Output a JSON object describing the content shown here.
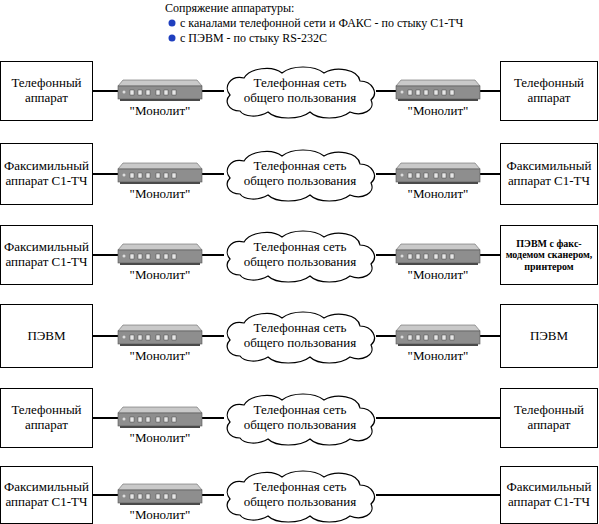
{
  "diagram": {
    "nodes": [
      {
        "text": [
          "Телефонный аппарат"
        ]
      },
      {
        "text": [
          "\"Монолит\""
        ]
      },
      {
        "text": [
          "Телефонная сеть общего пользования"
        ]
      },
      {
        "text": [
          "\"Монолит\""
        ]
      },
      {
        "text": [
          "Телефонный аппарат"
        ]
      },
      {
        "text": [
          "Факсимильный аппарат С1-ТЧ"
        ]
      },
      {
        "text": [
          "\"Монолит\""
        ]
      },
      {
        "text": [
          "Телефонная сеть общего пользования"
        ]
      },
      {
        "text": [
          "\"Монолит\""
        ]
      },
      {
        "text": [
          "Факсимильный аппарат С1-ТЧ"
        ]
      },
      {
        "text": [
          "Факсимильный аппарат С1-ТЧ"
        ]
      },
      {
        "text": [
          "\"Монолит\""
        ]
      },
      {
        "text": [
          "Телефонная сеть общего пользования"
        ]
      },
      {
        "text": [
          "\"Монолит\""
        ]
      },
      {
        "text": [
          "ПЭВМ с факс-модемом сканером, принтером"
        ]
      },
      {
        "text": [
          "ПЭВМ"
        ]
      },
      {
        "text": [
          "\"Монолит\""
        ]
      },
      {
        "text": [
          "Телефонная сеть общего пользования"
        ]
      },
      {
        "text": [
          "\"Монолит\""
        ]
      },
      {
        "text": [
          "ПЭВМ"
        ]
      },
      {
        "text": [
          "Телефонный аппарат"
        ]
      },
      {
        "text": [
          "\"Монолит\""
        ]
      },
      {
        "text": [
          "Телефонная сеть общего пользования"
        ]
      },
      {
        "text": [
          "Телефонный аппарат"
        ]
      },
      {
        "text": [
          "Факсимильный аппарат С1-ТЧ"
        ]
      },
      {
        "text": [
          "\"Монолит\""
        ]
      },
      {
        "text": [
          "Телефонная сеть общего пользования"
        ]
      },
      {
        "text": [
          "Факсимильный аппарат С1-ТЧ"
        ]
      }
    ],
    "edges": [
      {
        "from": 0,
        "to": 1,
        "arrow": "none"
      },
      {
        "from": 1,
        "to": 2,
        "arrow": "none"
      },
      {
        "from": 2,
        "to": 3,
        "arrow": "none"
      },
      {
        "from": 3,
        "to": 4,
        "arrow": "none"
      },
      {
        "from": 5,
        "to": 6,
        "arrow": "none"
      },
      {
        "from": 6,
        "to": 7,
        "arrow": "none"
      },
      {
        "from": 7,
        "to": 8,
        "arrow": "none"
      },
      {
        "from": 8,
        "to": 9,
        "arrow": "none"
      },
      {
        "from": 10,
        "to": 11,
        "arrow": "none"
      },
      {
        "from": 11,
        "to": 12,
        "arrow": "none"
      },
      {
        "from": 12,
        "to": 13,
        "arrow": "none"
      },
      {
        "from": 13,
        "to": 14,
        "arrow": "none"
      },
      {
        "from": 15,
        "to": 16,
        "arrow": "none"
      },
      {
        "from": 16,
        "to": 17,
        "arrow": "none"
      },
      {
        "from": 17,
        "to": 18,
        "arrow": "none"
      },
      {
        "from": 18,
        "to": 19,
        "arrow": "none"
      },
      {
        "from": 20,
        "to": 21,
        "arrow": "none"
      },
      {
        "from": 21,
        "to": 22,
        "arrow": "none"
      },
      {
        "from": 22,
        "to": 23,
        "arrow": "none"
      },
      {
        "from": 24,
        "to": 25,
        "arrow": "none"
      },
      {
        "from": 25,
        "to": 26,
        "arrow": "none"
      },
      {
        "from": 26,
        "to": 27,
        "arrow": "none"
      }
    ],
    "labels": [
      "Сопряжение аппаратуры:",
      "с каналами телефонной сети и ФАКС - по стыку С1-ТЧ",
      "с ПЭВМ - по стыку RS-232C"
    ]
  }
}
